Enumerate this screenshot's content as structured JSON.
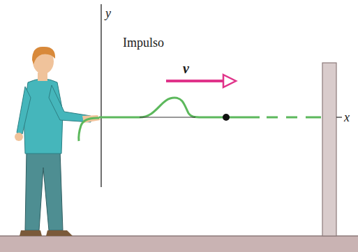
{
  "diagram": {
    "labels": [
      "y",
      "Impulso",
      "v",
      "x"
    ]
  }
}
